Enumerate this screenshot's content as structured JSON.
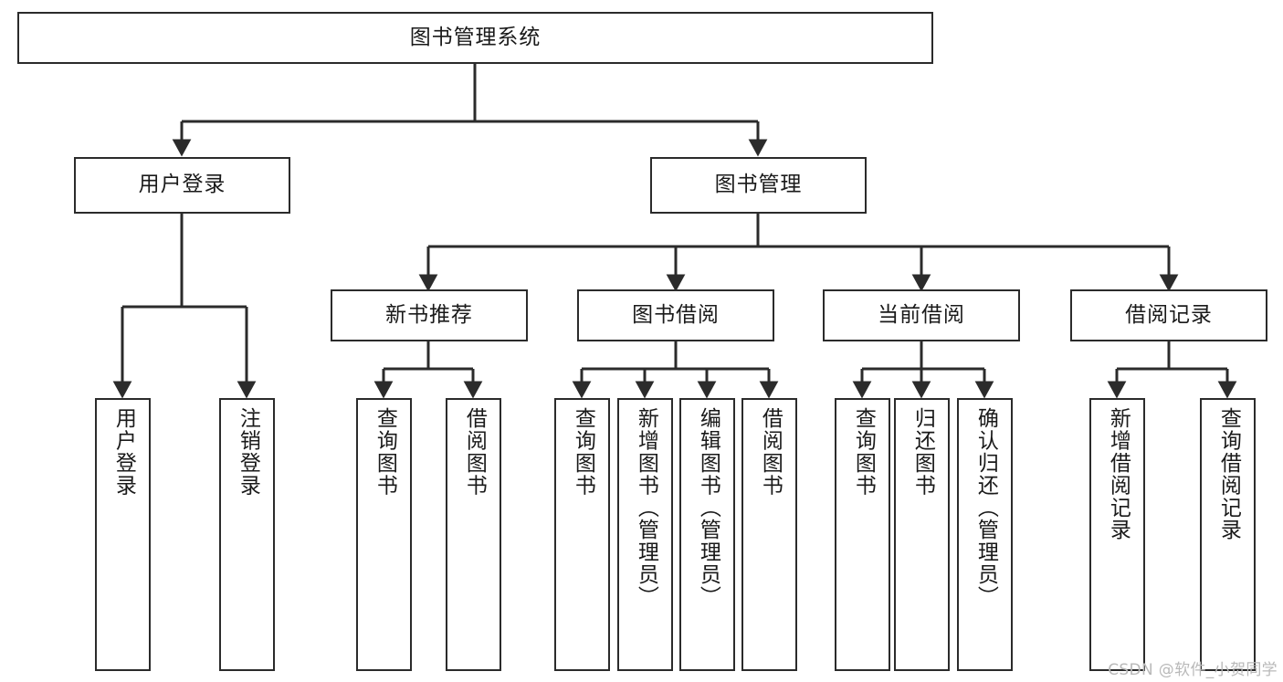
{
  "diagram": {
    "title": "图书管理系统",
    "type": "tree-hierarchy",
    "watermark": "CSDN @软件_小贺同学",
    "colors": {
      "stroke": "#2b2b2b",
      "background": "#ffffff",
      "text": "#1a1a1a",
      "watermark": "#b9b9b9"
    },
    "root": {
      "label": "图书管理系统"
    },
    "level2": [
      {
        "label": "用户登录"
      },
      {
        "label": "图书管理"
      }
    ],
    "level3": [
      {
        "label": "新书推荐"
      },
      {
        "label": "图书借阅"
      },
      {
        "label": "当前借阅"
      },
      {
        "label": "借阅记录"
      }
    ],
    "leaves": {
      "user_login": [
        {
          "label": "用户登录"
        },
        {
          "label": "注销登录"
        }
      ],
      "new_book_recommend": [
        {
          "label": "查询图书"
        },
        {
          "label": "借阅图书"
        }
      ],
      "book_borrow": [
        {
          "label": "查询图书"
        },
        {
          "label": "新增图书（管理员）"
        },
        {
          "label": "编辑图书（管理员）"
        },
        {
          "label": "借阅图书"
        }
      ],
      "current_borrow": [
        {
          "label": "查询图书"
        },
        {
          "label": "归还图书"
        },
        {
          "label": "确认归还（管理员）"
        }
      ],
      "borrow_record": [
        {
          "label": "新增借阅记录"
        },
        {
          "label": "查询借阅记录"
        }
      ]
    }
  }
}
